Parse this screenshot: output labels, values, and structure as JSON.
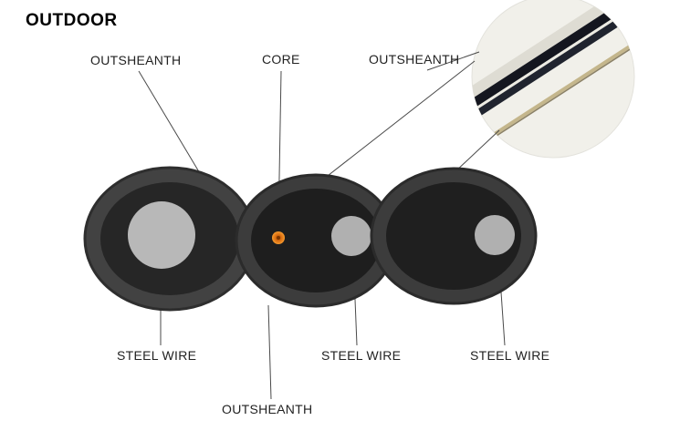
{
  "title": "OUTDOOR",
  "diagram": {
    "top_labels": {
      "outsheanth_left": "OUTSHEANTH",
      "core": "CORE",
      "outsheanth_right": "OUTSHEANTH"
    },
    "bottom_labels": {
      "steel_wire_left": "STEEL WIRE",
      "steel_wire_middle": "STEEL WIRE",
      "steel_wire_right": "STEEL WIRE",
      "outsheanth_bottom": "OUTSHEANTH"
    },
    "parts": {
      "cable_sections": 3,
      "inset": "cable-photo-closeup"
    }
  },
  "colors": {
    "sheath_outer": "#424242",
    "sheath_inner": "#222222",
    "steel_wire": "#b5b5b5",
    "core_orange": "#ef8318",
    "label_text": "#222222",
    "leader_line": "#4a4a4a",
    "inset_background": "#f1f0ea",
    "inset_cable_dark": "#14161f",
    "inset_fiber_tan": "#c4b68c"
  }
}
